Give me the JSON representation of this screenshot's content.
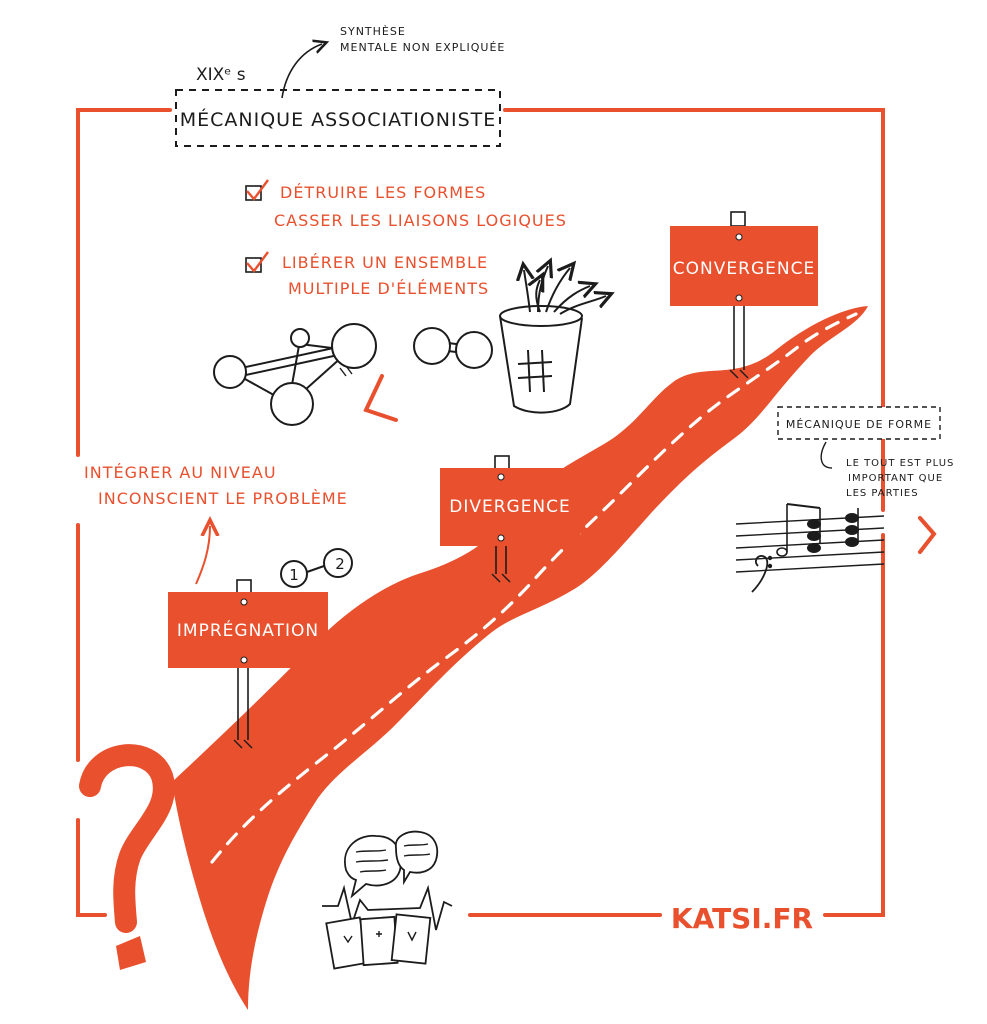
{
  "colors": {
    "accent": "#e8502e",
    "ink": "#1c1c1c",
    "paper": "#ffffff"
  },
  "header": {
    "century": "XIXᵉ s",
    "annotation_line1": "Synthèse",
    "annotation_line2": "mentale non expliquée",
    "title": "Mécanique associationiste"
  },
  "checklist": {
    "item1_line1": "Détruire les formes",
    "item1_line2": "casser les liaisons logiques",
    "item2_line1": "Libérer un ensemble",
    "item2_line2": "multiple d'éléments"
  },
  "left_note": {
    "line1": "Intégrer au niveau",
    "line2": "inconscient le problème"
  },
  "steps": {
    "impregnation": "Imprégnation",
    "divergence": "Divergence",
    "convergence": "Convergence"
  },
  "right_box": {
    "title": "Mécanique de forme",
    "line1": "Le tout est plus",
    "line2": "important que",
    "line3": "les parties"
  },
  "badges": {
    "one": "1",
    "two": "2"
  },
  "footer": {
    "brand": "KATSI.FR"
  },
  "icons": [
    "checkbox-icon",
    "molecule-icon",
    "dumbbell-molecule-icon",
    "trash-bin-icon",
    "music-notes-icon",
    "speech-bubbles-icon",
    "heartbeat-icon",
    "playing-cards-icon",
    "question-mark-icon",
    "arrow-icon"
  ]
}
